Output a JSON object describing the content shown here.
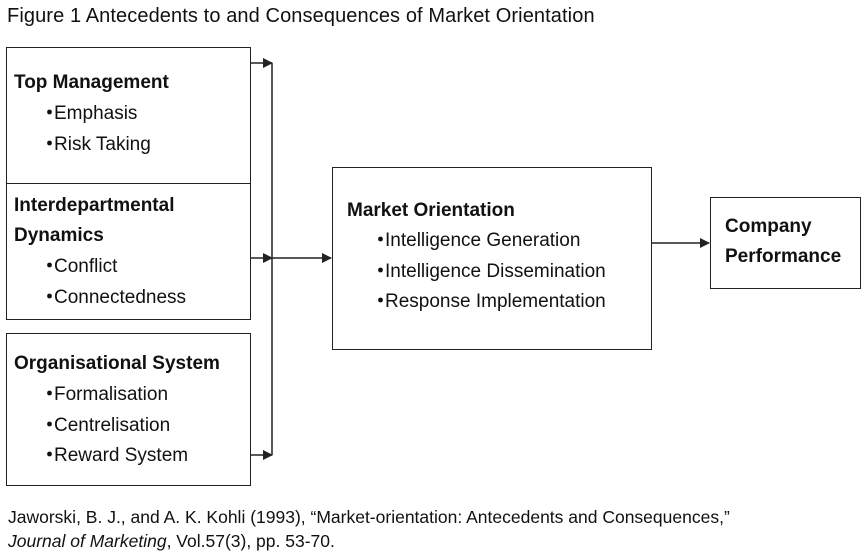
{
  "figure": {
    "title": "Figure 1   Antecedents to and Consequences of Market Orientation"
  },
  "antecedents": {
    "top_management": {
      "heading": "Top Management",
      "items": [
        "Emphasis",
        "Risk Taking"
      ]
    },
    "interdepartmental_dynamics": {
      "heading_line1": "Interdepartmental",
      "heading_line2": "Dynamics",
      "items": [
        "Conflict",
        "Connectedness"
      ]
    },
    "organisational_system": {
      "heading": "Organisational System",
      "items": [
        "Formalisation",
        "Centrelisation",
        "Reward System"
      ]
    }
  },
  "market_orientation": {
    "heading": "Market Orientation",
    "items": [
      "Intelligence Generation",
      "Intelligence Dissemination",
      "Response Implementation"
    ]
  },
  "consequence": {
    "line1": "Company",
    "line2": "Performance"
  },
  "bullet": "・",
  "citation": {
    "line1": "Jaworski, B. J., and A. K. Kohli (1993), “Market-orientation: Antecedents and Consequences,”",
    "journal": "Journal of Marketing",
    "line2_rest": ", Vol.57(3), pp. 53-70."
  },
  "colors": {
    "line": "#222222",
    "text": "#111111",
    "background": "#ffffff"
  }
}
